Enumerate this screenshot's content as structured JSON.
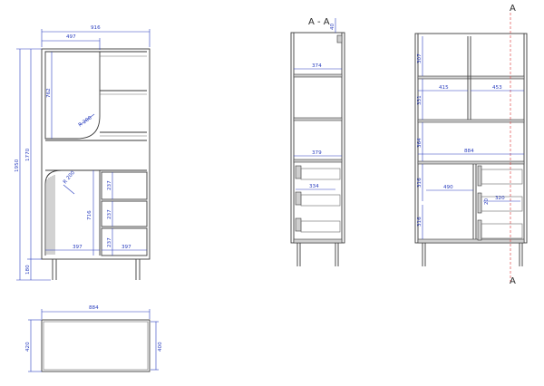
{
  "colors": {
    "line": "#3a3a3a",
    "dimension": "#2b3fbf",
    "section_line": "#e24a4a"
  },
  "front_view": {
    "width_total": "916",
    "width_door": "497",
    "height_total": "1950",
    "height_body": "1770",
    "height_legs": "180",
    "door_height": "762",
    "radius_top": "R 200",
    "radius_bottom": "R 200",
    "lower_height": "716",
    "drawer_1": "237",
    "drawer_2": "237",
    "drawer_3": "237",
    "bottom_left_width": "397",
    "bottom_right_width": "397"
  },
  "section_view": {
    "title": "A - A",
    "top_dim": "40",
    "inner_width_top": "374",
    "inner_width_mid": "379",
    "drawer_width": "334"
  },
  "inner_view": {
    "section_mark_top": "A",
    "section_mark_bottom": "A",
    "shelf_height_1": "307",
    "shelf_height_2": "331",
    "shelf_width_left": "415",
    "shelf_width_right": "453",
    "shelf_height_3": "364",
    "inner_width": "884",
    "shelf_height_4": "316",
    "drawer_width": "490",
    "shelf_height_5": "316",
    "drawer_inner_width": "320",
    "small_dim": "20"
  },
  "top_view": {
    "width": "884",
    "depth_left": "420",
    "depth_right": "400"
  }
}
